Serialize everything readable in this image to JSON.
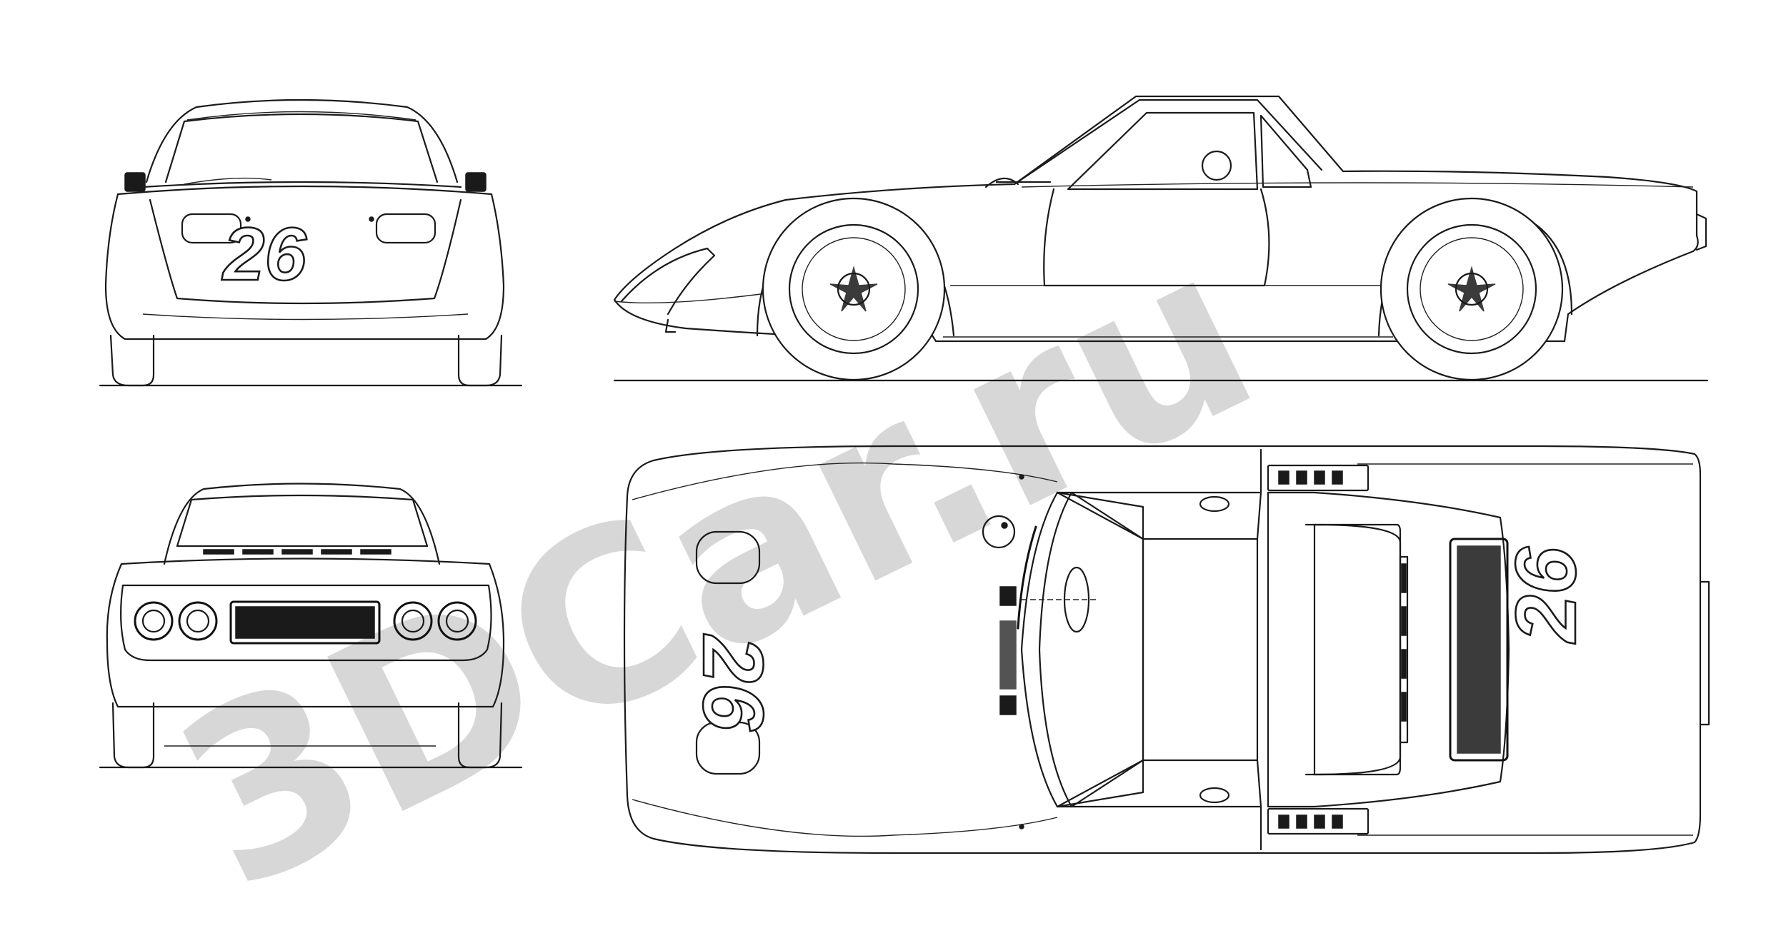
{
  "watermark": {
    "text": "3DCar.ru",
    "color": "#c9c9c9"
  },
  "race_number": "26",
  "views": {
    "front": "front-view",
    "rear": "rear-view",
    "side": "side-view",
    "top": "top-view"
  },
  "colors": {
    "line": "#1a1a1a",
    "background": "#ffffff"
  }
}
